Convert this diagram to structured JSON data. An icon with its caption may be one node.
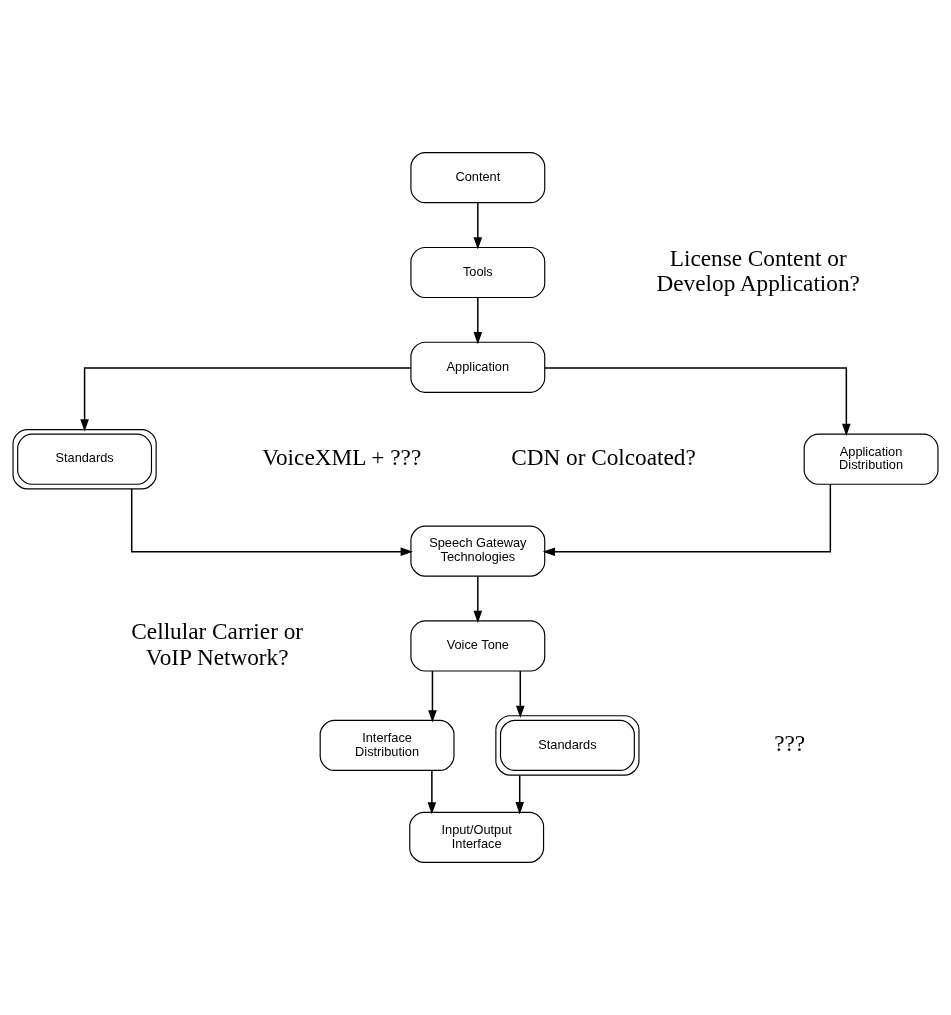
{
  "diagram": {
    "nodes": [
      {
        "text": [
          "Content"
        ]
      },
      {
        "text": [
          "Tools"
        ]
      },
      {
        "text": [
          "Application"
        ]
      },
      {
        "text": [
          "Application Distribution"
        ]
      },
      {
        "text": [
          "Standards"
        ]
      },
      {
        "text": [
          "Speech Gateway Technologies"
        ]
      },
      {
        "text": [
          "Voice Tone"
        ]
      },
      {
        "text": [
          "Interface Distribution"
        ]
      },
      {
        "text": [
          "Standards"
        ]
      },
      {
        "text": [
          "Input/Output Interface"
        ]
      }
    ],
    "edges": [
      {
        "from": 0,
        "to": 1,
        "arrow": "to"
      },
      {
        "from": 1,
        "to": 2,
        "arrow": "to"
      },
      {
        "from": 2,
        "to": 3,
        "arrow": "to"
      },
      {
        "from": 2,
        "to": 4,
        "arrow": "to"
      },
      {
        "from": 3,
        "to": 5,
        "arrow": "to"
      },
      {
        "from": 4,
        "to": 5,
        "arrow": "to"
      },
      {
        "from": 5,
        "to": 6,
        "arrow": "to"
      },
      {
        "from": 6,
        "to": 7,
        "arrow": "to"
      },
      {
        "from": 6,
        "to": 8,
        "arrow": "to"
      },
      {
        "from": 7,
        "to": 9,
        "arrow": "to"
      },
      {
        "from": 8,
        "to": 9,
        "arrow": "to"
      }
    ],
    "labels": [
      "License Content or Develop Application?",
      "CDN or Colcoated?",
      "VoiceXML + ???",
      "Cellular Carrier or VoIP Network?",
      "???"
    ]
  }
}
